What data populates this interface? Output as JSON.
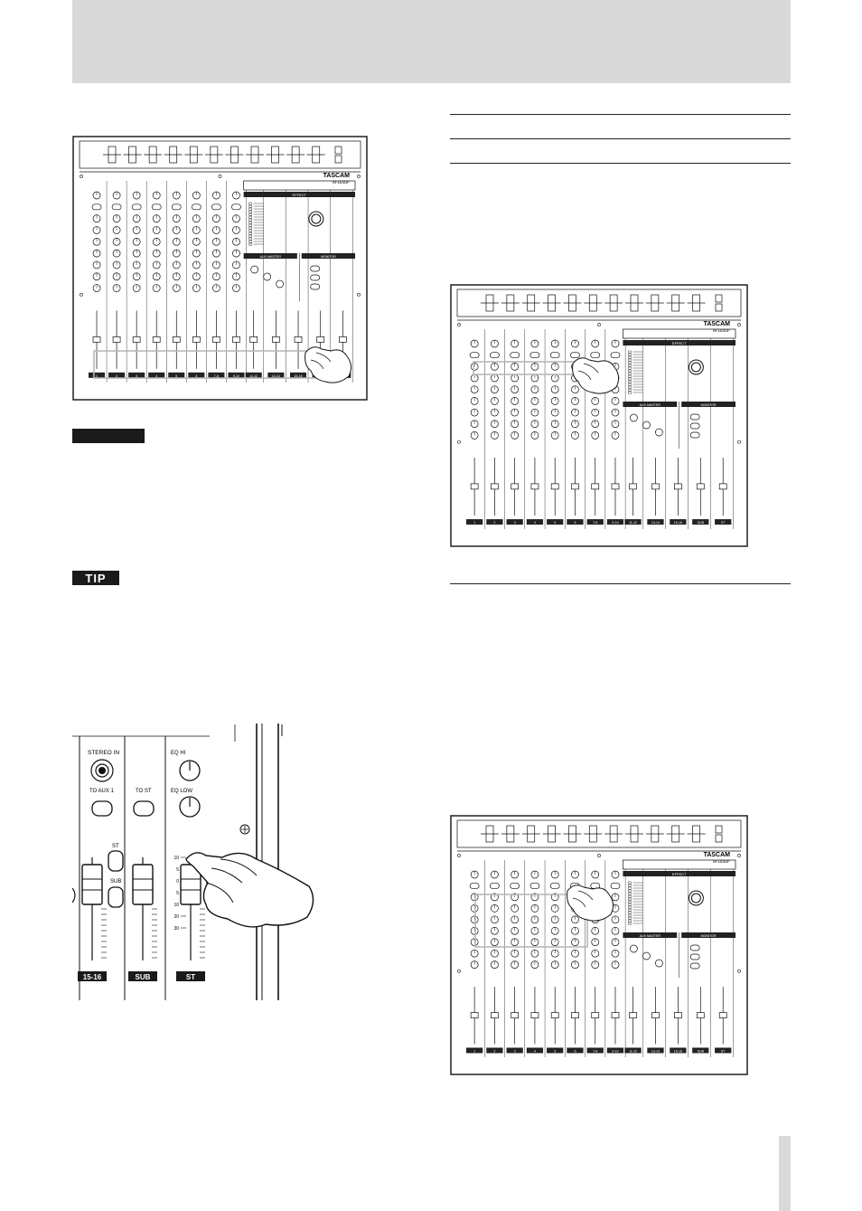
{
  "badges": {
    "tip": "TIP"
  },
  "mixer": {
    "brand": "TASCAM",
    "model": "M-164UF",
    "effect": "EFFECT",
    "aux_master": "AUX MASTER",
    "monitor": "MONITOR",
    "channels": [
      "1",
      "2",
      "3",
      "4",
      "5",
      "6",
      "7-8",
      "9-10",
      "11-12",
      "13-14",
      "15-16",
      "SUB",
      "ST"
    ]
  },
  "closeup": {
    "stereo_in": "STEREO IN",
    "to_aux1": "TO AUX 1",
    "to_st": "TO ST",
    "eq_hi": "EQ HI",
    "eq_low": "EQ LOW",
    "st_switch": "ST",
    "sub_switch": "SUB",
    "scale": [
      "10",
      "5",
      "0",
      "5",
      "10",
      "20",
      "30"
    ],
    "strip_labels": [
      "15-16",
      "SUB",
      "ST"
    ]
  },
  "colors": {
    "band": "#d9d9d9",
    "badge": "#1a1a1a",
    "highlight": "#b8b8b8"
  }
}
